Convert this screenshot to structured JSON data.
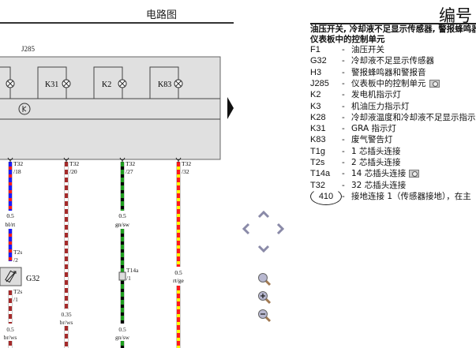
{
  "header": {
    "title": "电路图"
  },
  "diagram": {
    "control_unit": "J285",
    "lamps": [
      "K31",
      "K2",
      "K83"
    ],
    "component": "G32",
    "wires": [
      {
        "connector": "T32",
        "pin": "/18",
        "size": "0.5",
        "color": "bl/rt",
        "colors": [
          "#1a1aff",
          "#ff1a1a"
        ]
      },
      {
        "connector": "T32",
        "pin": "/20",
        "size": "0.35",
        "color": "br/ws",
        "colors": [
          "#a52a2a",
          "#ffffff"
        ]
      },
      {
        "connector": "T32",
        "pin": "/27",
        "size": "0.5",
        "color": "gn/sw",
        "colors": [
          "#1e9e1e",
          "#000000"
        ]
      },
      {
        "connector": "T32",
        "pin": "/32",
        "size": "0.5",
        "color": "rt/ge",
        "colors": [
          "#ff1a1a",
          "#ffff00"
        ]
      }
    ],
    "g32_top": {
      "connector": "T2s",
      "pin": "/2"
    },
    "g32_bottom": {
      "connector": "T2s",
      "pin": "/1"
    },
    "g32_wire": {
      "size": "0.5",
      "color": "br/ws"
    },
    "w2_lower": {
      "size": "0.35",
      "color": "br/ws"
    },
    "w3_mid": {
      "connector": "T14a",
      "pin": "/1",
      "size": "0.5",
      "color": "gn/sw"
    }
  },
  "navigation": {
    "icons": [
      "arrow-up",
      "arrow-left",
      "arrow-right",
      "arrow-down",
      "zoom-fit",
      "zoom-in",
      "zoom-out",
      "next-page"
    ]
  },
  "legend": {
    "title": "编号",
    "heading_1": "油压开关, 冷却液不足显示传感器, 警报蜂鸣器",
    "heading_2": "仪表板中的控制单元",
    "items": [
      {
        "code": "F1",
        "desc": "油压开关"
      },
      {
        "code": "G32",
        "desc": "冷却液不足显示传感器"
      },
      {
        "code": "H3",
        "desc": "警报蜂鸣器和警报音"
      },
      {
        "code": "J285",
        "desc": "仪表板中的控制单元",
        "camera": true
      },
      {
        "code": "K2",
        "desc": "发电机指示灯"
      },
      {
        "code": "K3",
        "desc": "机油压力指示灯"
      },
      {
        "code": "K28",
        "desc": "冷却液温度和冷却液不足显示指示"
      },
      {
        "code": "K31",
        "desc": "GRA 指示灯"
      },
      {
        "code": "K83",
        "desc": "废气警告灯"
      },
      {
        "code": "T1g",
        "desc": "1 芯插头连接"
      },
      {
        "code": "T2s",
        "desc": "2 芯插头连接"
      },
      {
        "code": "T14a",
        "desc": "14 芯插头连接",
        "camera": true
      },
      {
        "code": "T32",
        "desc": "32 芯插头连接"
      },
      {
        "code": "410",
        "desc": "接地连接 1（传感器接地），在主",
        "ground": true
      }
    ],
    "dash": "-"
  }
}
